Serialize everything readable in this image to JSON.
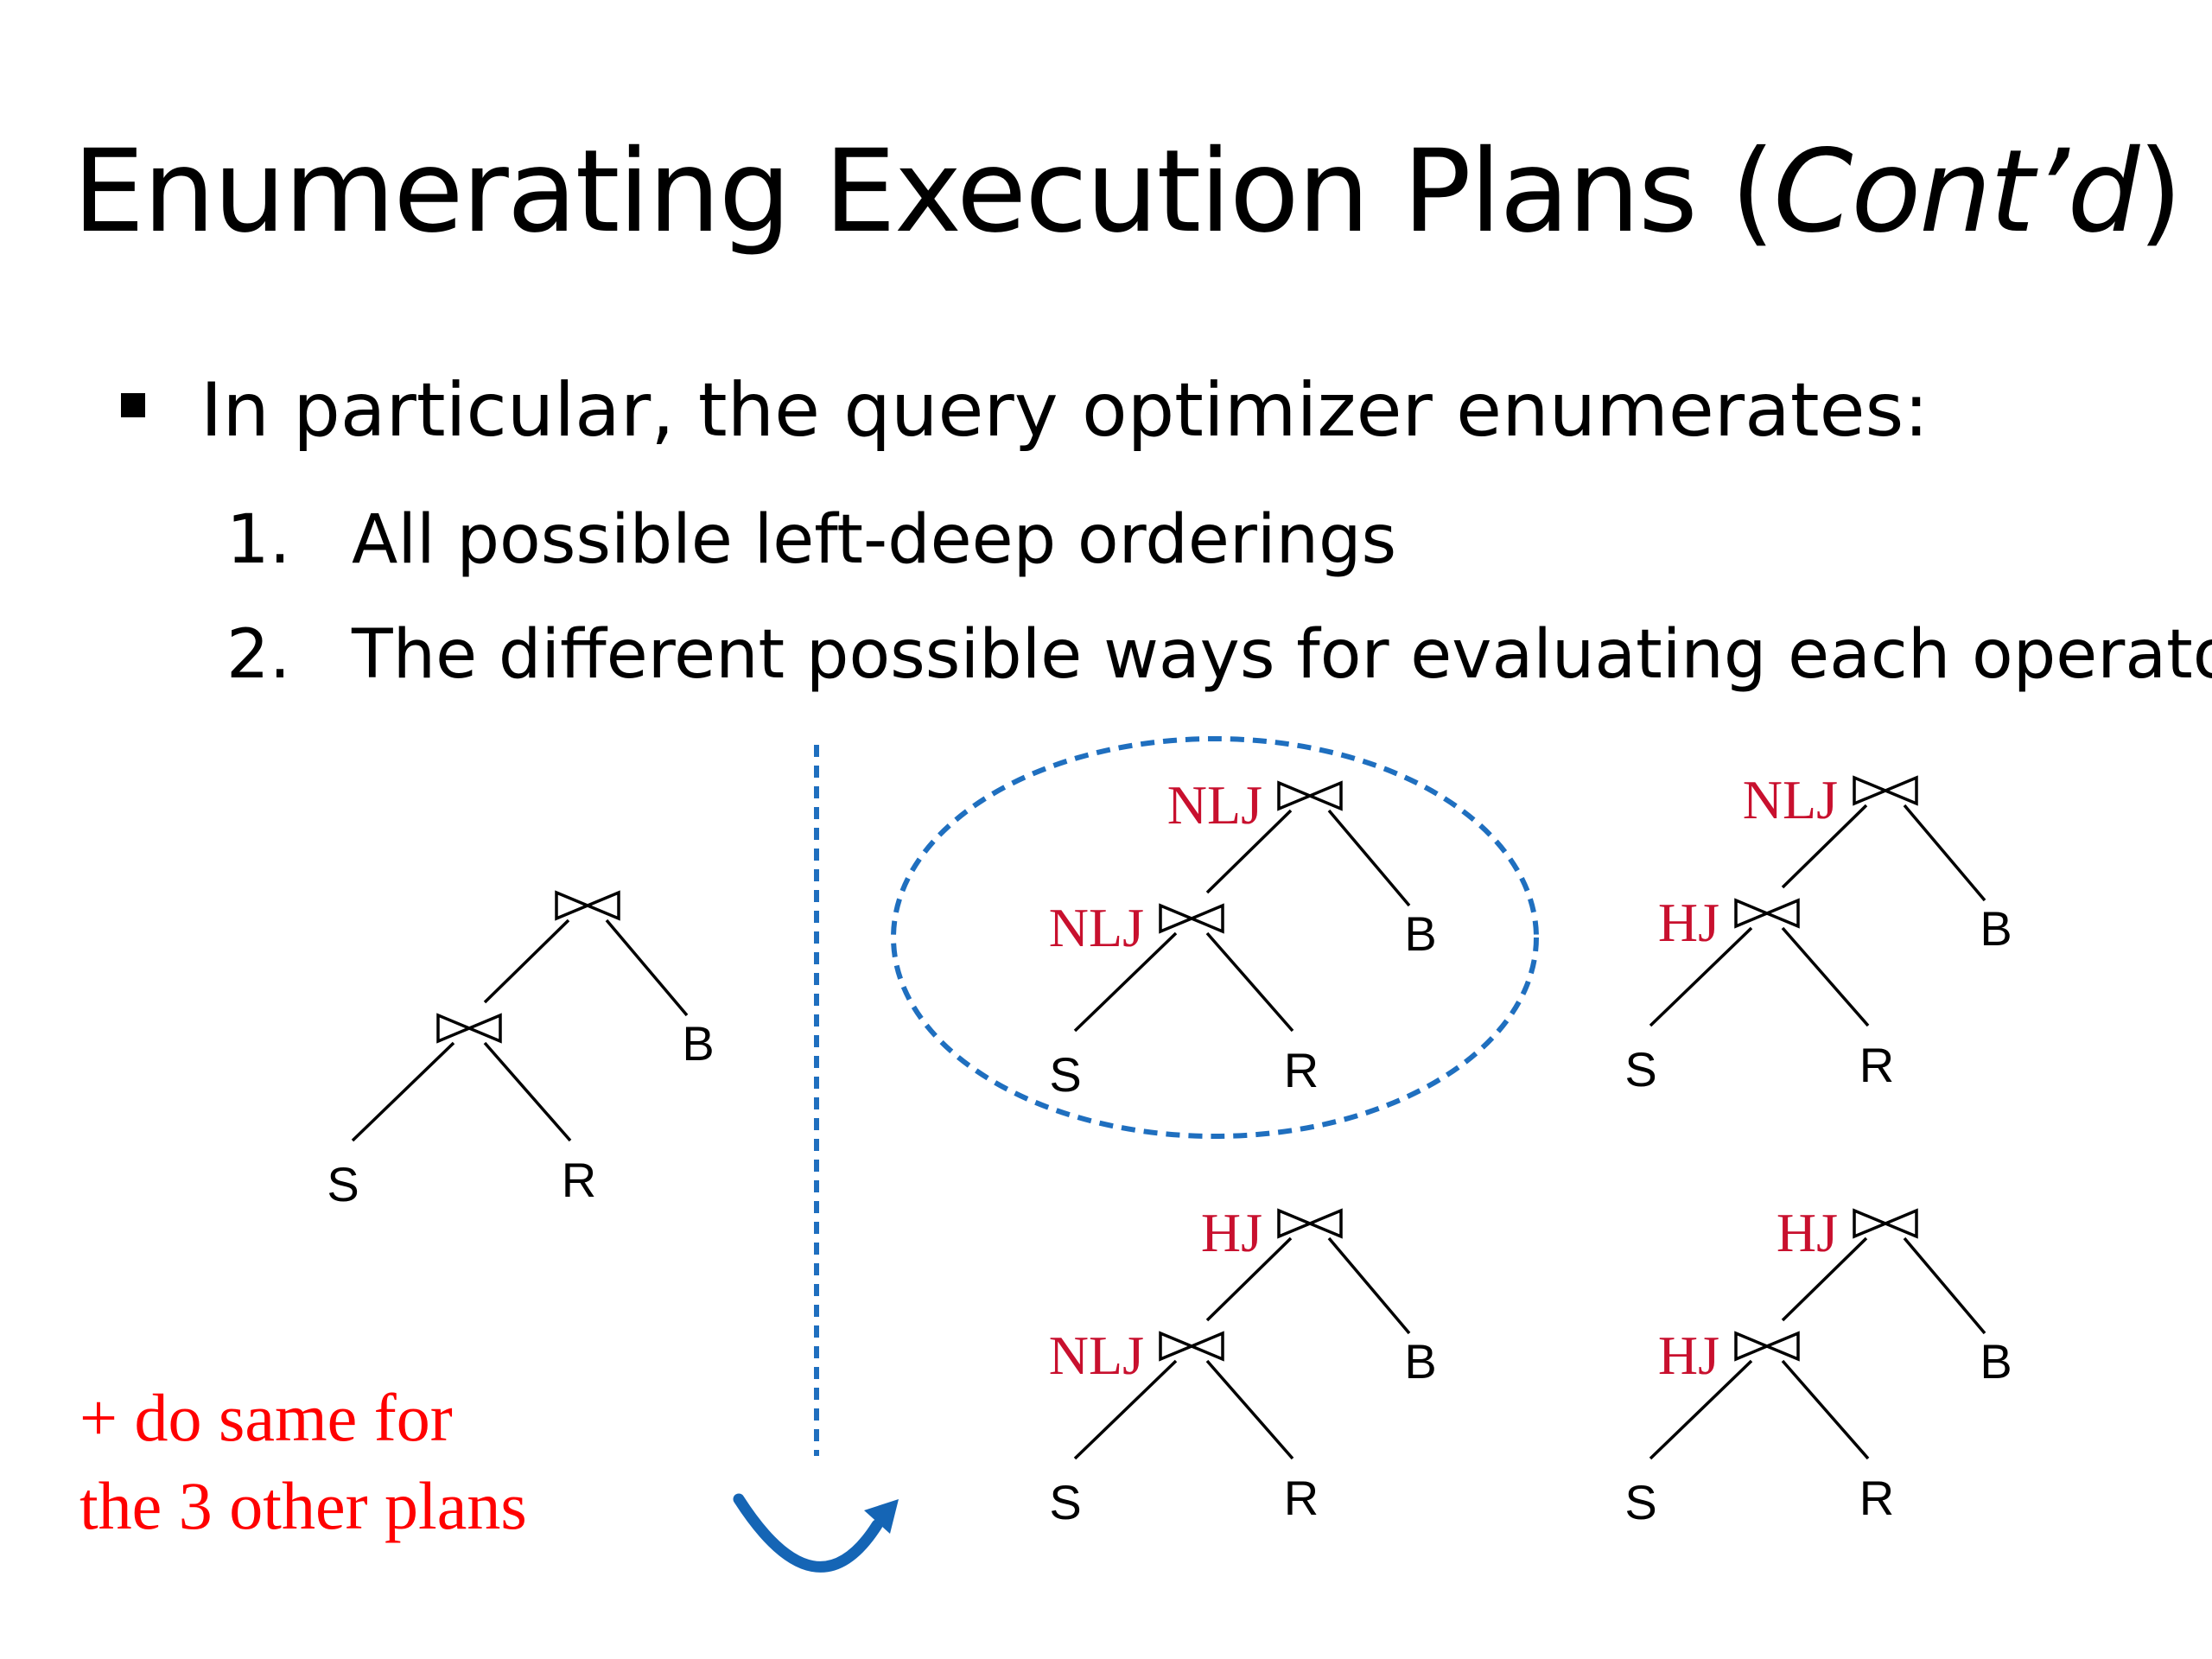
{
  "slide": {
    "title_main": "Enumerating Execution Plans (",
    "title_italic": "Cont’d",
    "title_close": ")",
    "bullet": "In particular, the query optimizer enumerates:",
    "items": [
      {
        "num": "1.",
        "text": "All possible left-deep orderings"
      },
      {
        "num": "2.",
        "text": "The different possible ways for evaluating each operator"
      }
    ],
    "note_lines": [
      "+ do same for",
      "the 3 other plans"
    ]
  },
  "trees": [
    {
      "id": "base",
      "top_op": "",
      "bottom_op": "",
      "left": "S",
      "mid": "R",
      "right": "B",
      "highlighted": false
    },
    {
      "id": "nlj-nlj",
      "top_op": "NLJ",
      "bottom_op": "NLJ",
      "left": "S",
      "mid": "R",
      "right": "B",
      "highlighted": true
    },
    {
      "id": "nlj-hj",
      "top_op": "NLJ",
      "bottom_op": "HJ",
      "left": "S",
      "mid": "R",
      "right": "B",
      "highlighted": false
    },
    {
      "id": "hj-nlj",
      "top_op": "HJ",
      "bottom_op": "NLJ",
      "left": "S",
      "mid": "R",
      "right": "B",
      "highlighted": false
    },
    {
      "id": "hj-hj",
      "top_op": "HJ",
      "bottom_op": "HJ",
      "left": "S",
      "mid": "R",
      "right": "B",
      "highlighted": false
    }
  ],
  "colors": {
    "operator_label": "#c8102e",
    "note_text": "#ff0000",
    "highlight_dash": "#1f6fbf",
    "arrow": "#1565b5",
    "line": "#000000"
  }
}
